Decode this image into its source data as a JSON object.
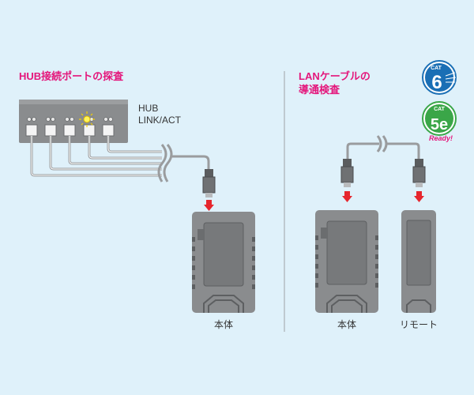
{
  "left_panel": {
    "heading": "HUB接続ポートの探査",
    "hub_label_line1": "HUB",
    "hub_label_line2": "LINK/ACT",
    "device_label": "本体"
  },
  "right_panel": {
    "heading_line1": "LANケーブルの",
    "heading_line2": "導通検査",
    "main_unit_label": "本体",
    "remote_unit_label": "リモート"
  },
  "badges": {
    "cat6": {
      "top": "CAT",
      "number": "6"
    },
    "cat5e": {
      "top": "CAT",
      "number": "5e",
      "tag": "Ready!"
    }
  },
  "colors": {
    "accent": "#e4167b",
    "arrow": "#e6262d",
    "device": "#8a8c8e",
    "cable": "#9a9c9e",
    "cat6": "#1a6fb5",
    "cat5e": "#3aa648"
  }
}
